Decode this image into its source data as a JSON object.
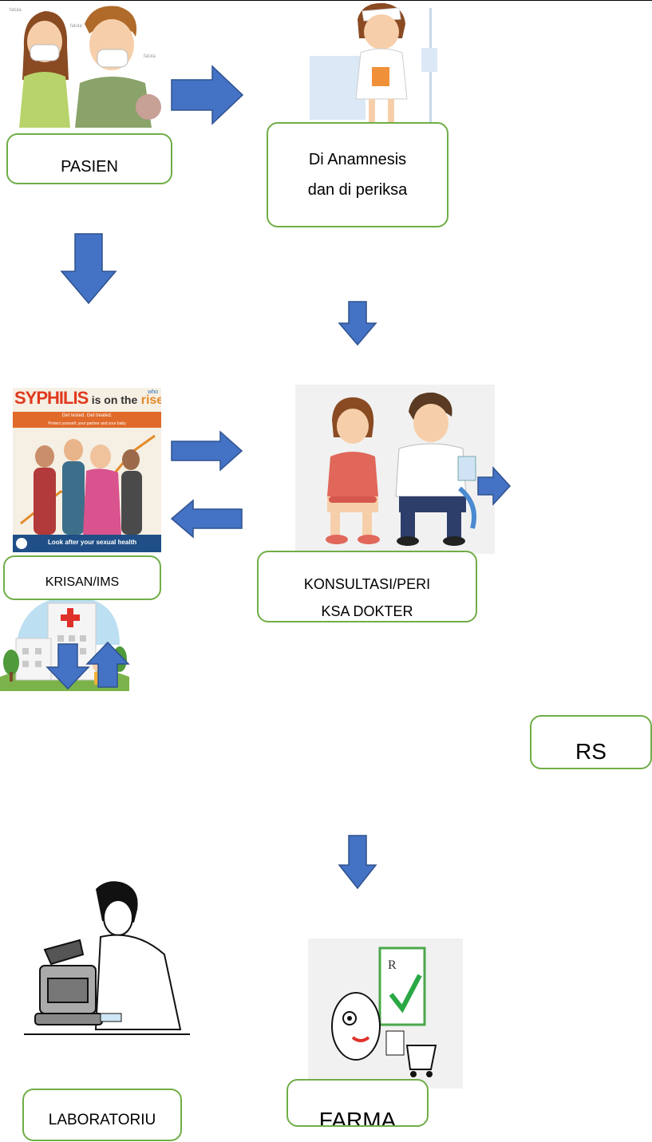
{
  "colors": {
    "arrow_fill": "#4472c4",
    "arrow_stroke": "#2f528f",
    "box_border": "#70ad47"
  },
  "boxes": {
    "pasien": "PASIEN",
    "anamnesis_line1": "Di Anamnesis",
    "anamnesis_line2": "dan di periksa",
    "krisan": "KRISAN/IMS",
    "konsultasi_line1": "KONSULTASI/PERI",
    "konsultasi_line2": "KSA DOKTER",
    "rs": "RS",
    "laboratorium": "LABORATORIU",
    "farmasi": "FARMA"
  },
  "poster": {
    "headline_red": "SYPHILIS",
    "headline_rest": "is on the",
    "headline_rise": "rise",
    "tagline": "Get tested. Get treated.",
    "subline": "Protect yourself, your partner and your baby",
    "footer": "Look after your sexual health",
    "badge": "who"
  },
  "illustrations": {
    "patients": "patients-illustration",
    "nurse": "nurse-illustration",
    "consultation": "doctor-consultation-illustration",
    "hospital": "hospital-illustration",
    "lab": "laboratory-illustration",
    "pharmacy": "pharmacy-illustration"
  }
}
